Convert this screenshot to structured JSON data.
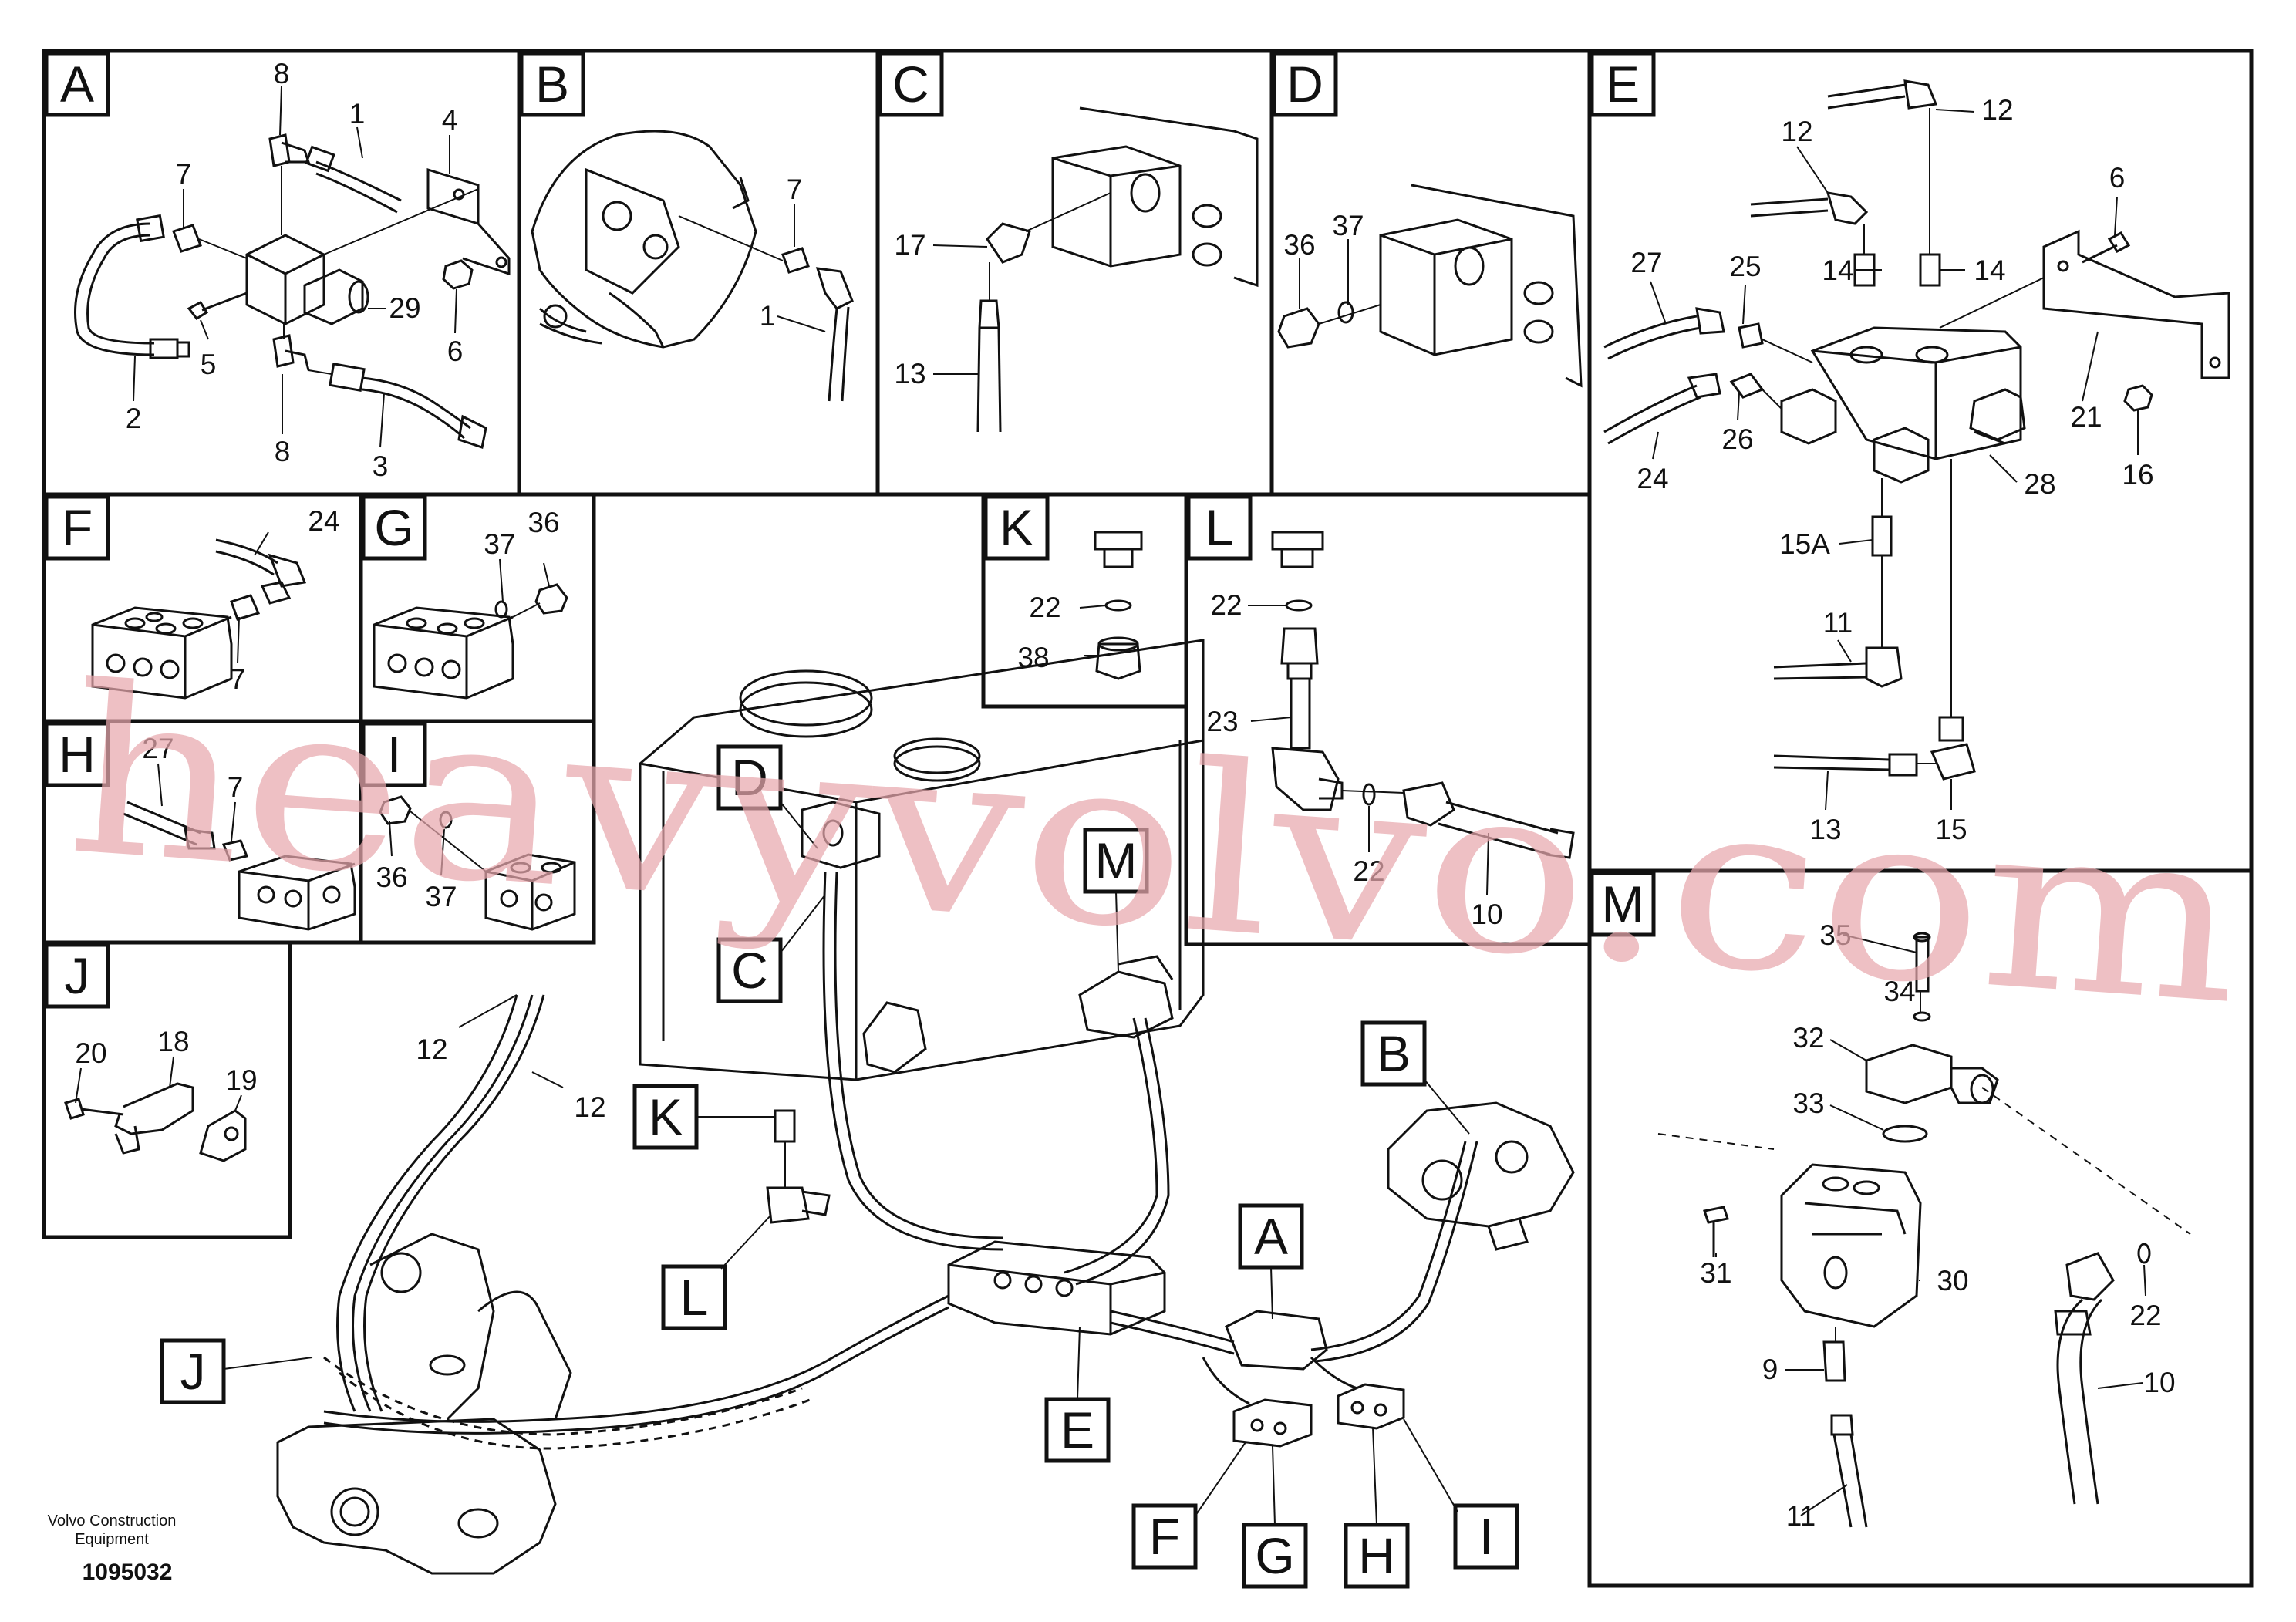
{
  "panels": [
    "A",
    "B",
    "C",
    "D",
    "E",
    "F",
    "G",
    "H",
    "I",
    "J",
    "K",
    "L",
    "M"
  ],
  "view_callouts": [
    "A",
    "B",
    "C",
    "D",
    "E",
    "F",
    "G",
    "H",
    "I",
    "J",
    "K",
    "L",
    "M"
  ],
  "part_numbers": {
    "p1": "1",
    "p2": "2",
    "p3": "3",
    "p4": "4",
    "p5": "5",
    "p6": "6",
    "p7": "7",
    "p8": "8",
    "p9": "9",
    "p10": "10",
    "p11": "11",
    "p12": "12",
    "p13": "13",
    "p14": "14",
    "p15": "15",
    "p15a": "15A",
    "p16": "16",
    "p17": "17",
    "p18": "18",
    "p19": "19",
    "p20": "20",
    "p21": "21",
    "p22": "22",
    "p23": "23",
    "p24": "24",
    "p25": "25",
    "p26": "26",
    "p27": "27",
    "p28": "28",
    "p29": "29",
    "p30": "30",
    "p31": "31",
    "p32": "32",
    "p33": "33",
    "p34": "34",
    "p35": "35",
    "p36": "36",
    "p37": "37",
    "p38": "38"
  },
  "footer": {
    "company_line1": "Volvo Construction",
    "company_line2": "Equipment",
    "drawing_number": "1095032"
  },
  "watermark": "heavyvolvo.com",
  "colors": {
    "line": "#111111",
    "watermark": "#e8a8ad",
    "background": "#ffffff"
  }
}
